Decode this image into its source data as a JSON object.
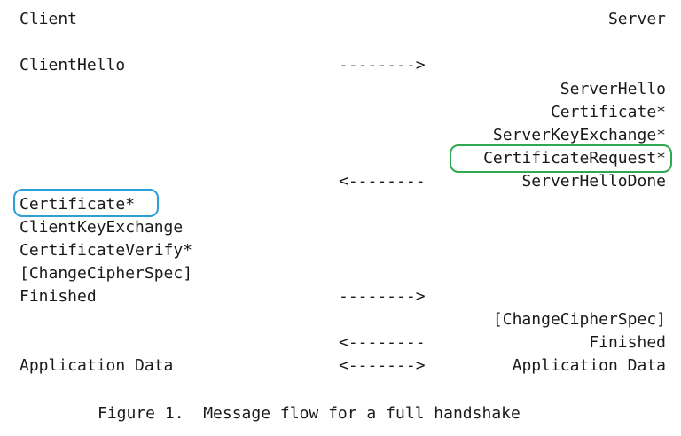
{
  "header": {
    "left": "Client",
    "right": "Server"
  },
  "lines": {
    "client_hello": "ClientHello",
    "arrow_right_1": "-------->",
    "server_hello": "ServerHello",
    "server_certificate": "Certificate*",
    "server_key_exchange": "ServerKeyExchange*",
    "certificate_request": "CertificateRequest*",
    "arrow_left_1": "<--------",
    "server_hello_done": "ServerHelloDone",
    "client_certificate": "Certificate*",
    "client_key_exchange": "ClientKeyExchange",
    "certificate_verify": "CertificateVerify*",
    "client_change_cipher_spec": "[ChangeCipherSpec]",
    "client_finished": "Finished",
    "arrow_right_2": "-------->",
    "server_change_cipher_spec": "[ChangeCipherSpec]",
    "arrow_left_2": "<--------",
    "server_finished": "Finished",
    "client_app_data": "Application Data",
    "arrow_both": "<------->",
    "server_app_data": "Application Data"
  },
  "caption": "Figure 1.  Message flow for a full handshake",
  "highlight_colors": {
    "certificate_request": "#2fa84f",
    "client_certificate": "#2a9fd8"
  }
}
